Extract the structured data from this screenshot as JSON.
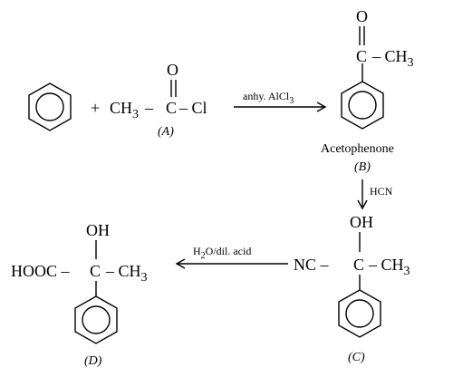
{
  "reaction1": {
    "plus": "+",
    "reagent_a": {
      "ch3": "CH",
      "sub3": "3",
      "dash1": " –",
      "c": "C",
      "dash2": "– Cl",
      "o": "O",
      "label": "(A)"
    },
    "arrow_label": "anhy. AlCl",
    "arrow_label_sub": "3"
  },
  "product_b": {
    "o": "O",
    "ch3": "– CH",
    "sub3": "3",
    "name": "Acetophenone",
    "label": "(B)"
  },
  "reaction2": {
    "arrow_label": "HCN"
  },
  "product_c": {
    "oh": "OH",
    "nc": "NC –",
    "c": "C",
    "ch3": "– CH",
    "sub3": "3",
    "label": "(C)"
  },
  "reaction3": {
    "arrow_label_h": "H",
    "arrow_label_sub": "2",
    "arrow_label_rest": "O/dil. acid"
  },
  "product_d": {
    "oh": "OH",
    "hooc": "HOOC –",
    "c": "C",
    "ch3": "– CH",
    "sub3": "3",
    "label": "(D)"
  }
}
